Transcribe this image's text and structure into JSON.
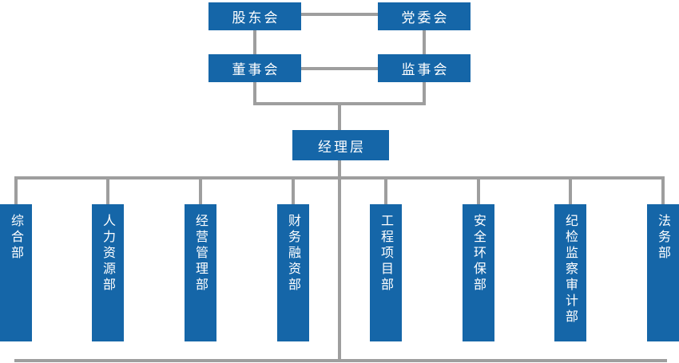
{
  "diagram": {
    "type": "org-chart",
    "colors": {
      "node_fill": "#1566a8",
      "node_text": "#ffffff",
      "connector": "#9e9e9e",
      "background": "#ffffff"
    },
    "top_level": {
      "shareholders_meeting": "股东会",
      "party_committee": "党委会"
    },
    "second_level": {
      "board_of_directors": "董事会",
      "supervisory_board": "监事会"
    },
    "third_level": {
      "management_level": "经理层"
    },
    "departments": [
      "综合部",
      "人力资源部",
      "经营管理部",
      "财务融资部",
      "工程项目部",
      "安全环保部",
      "纪检监察审计部",
      "法务部"
    ]
  }
}
